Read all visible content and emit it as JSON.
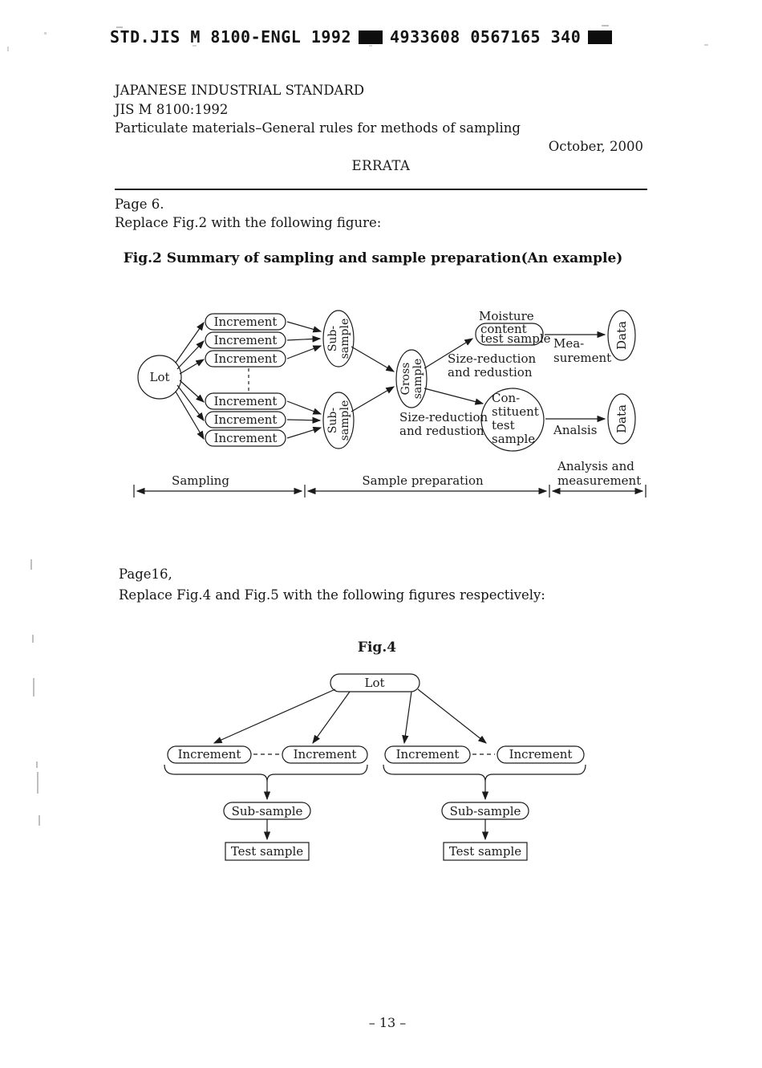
{
  "colors": {
    "ink": "#1b1b1b",
    "paper": "#ffffff"
  },
  "header": {
    "ocr_left": "STD.JIS M 8100-ENGL 1992",
    "ocr_right": "4933608 0567165 340"
  },
  "title_block": {
    "line1": "JAPANESE INDUSTRIAL STANDARD",
    "line2": "JIS M 8100:1992",
    "line3": "Particulate materials–General rules for methods of sampling",
    "date": "October, 2000",
    "errata": "ERRATA"
  },
  "section_page6": {
    "ref": "Page 6.",
    "instruction": "Replace Fig.2 with the following figure:",
    "fig_title": "Fig.2 Summary of sampling and sample preparation(An example)"
  },
  "fig2": {
    "lot": "Lot",
    "increment": "Increment",
    "sub_sample_line1": "Sub-",
    "sub_sample_line2": "sample",
    "gross_line1": "Gross",
    "gross_line2": "sample",
    "moisture_line1": "Moisture",
    "moisture_line2": "content",
    "moisture_line3": "test sample",
    "size_reduction_line1": "Size-reduction",
    "size_reduction_line2": "and redustion",
    "constituent_line1": "Con-",
    "constituent_line2": "stituent",
    "constituent_line3": "test",
    "constituent_line4": "sample",
    "measurement_line1": "Mea-",
    "measurement_line2": "surement",
    "analysis_arrow_label": "Analsis",
    "data": "Data",
    "span1": "Sampling",
    "span2": "Sample preparation",
    "span3_line1": "Analysis and",
    "span3_line2": "measurement"
  },
  "section_page16": {
    "ref": "Page16,",
    "instruction": "Replace Fig.4 and Fig.5 with the following figures respectively:"
  },
  "fig4": {
    "title": "Fig.4",
    "lot": "Lot",
    "increment": "Increment",
    "sub_sample": "Sub-sample",
    "test_sample": "Test sample"
  },
  "footer": {
    "page_number": "– 13 –"
  }
}
